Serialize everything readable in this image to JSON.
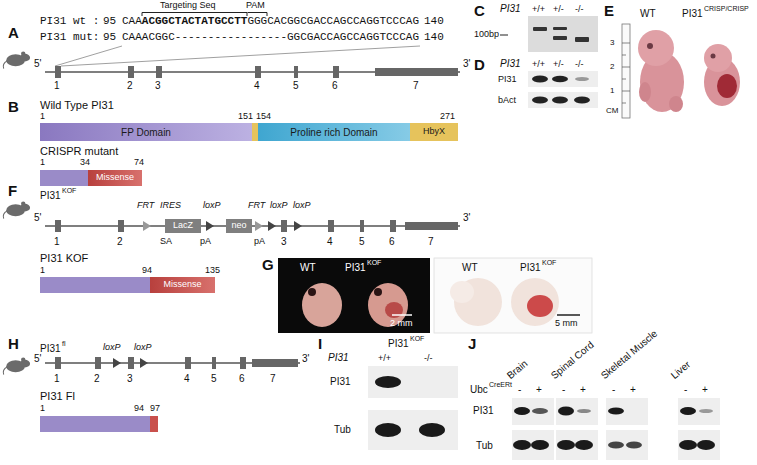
{
  "diagram": {
    "nodes": [
      {
        "text": [
          "FP Domain"
        ]
      },
      {
        "text": [
          "Proline rich Domain"
        ]
      },
      {
        "text": [
          "HbyX"
        ]
      },
      {
        "text": [
          "Missense"
        ]
      },
      {
        "text": [
          "LacZ"
        ]
      },
      {
        "text": [
          "neo"
        ]
      },
      {
        "text": [
          "Missense"
        ]
      }
    ],
    "labels": [
      "A",
      "Targeting Seq",
      "PAM",
      "PI31 wt :",
      "95",
      "CAA",
      "ACGGCTACTATGCCTT",
      "GGGCACGGCGACCAGCCAGGTCCCAG",
      "140",
      "PI31 mut:",
      "95",
      "CAAACGGC",
      "-----------------",
      "GGCGACCAGCCAGGTCCCAG",
      "140",
      "5'",
      "1",
      "2",
      "3",
      "4",
      "5",
      "6",
      "7",
      "3'",
      "C",
      "PI31",
      "+/+",
      "+/-",
      "-/-",
      "100bp",
      "D",
      "PI31",
      "+/+",
      "+/-",
      "-/-",
      "PI31",
      "bAct",
      "E",
      "WT",
      "PI31",
      "CRISP/CRISP",
      "3",
      "2",
      "1",
      "CM",
      "B",
      "Wild Type PI31",
      "1",
      "151",
      "154",
      "271",
      "CRISPR mutant",
      "1",
      "34",
      "74",
      "F",
      "PI31",
      "KOF",
      "5'",
      "FRT",
      "IRES",
      "loxP",
      "FRT",
      "loxP",
      "loxP",
      "SA",
      "pA",
      "pA",
      "1",
      "2",
      "3",
      "4",
      "5",
      "6",
      "7",
      "3'",
      "PI31 KOF",
      "1",
      "94",
      "135",
      "G",
      "WT",
      "PI31",
      "KOF",
      "2 mm",
      "WT",
      "PI31",
      "KOF",
      "5 mm",
      "H",
      "PI31",
      "fl",
      "5'",
      "loxP",
      "loxP",
      "1",
      "2",
      "3",
      "4",
      "5",
      "6",
      "7",
      "3'",
      "PI31 Fl",
      "1",
      "94",
      "97",
      "I",
      "PI31",
      "KOF",
      "PI31",
      "+/+",
      "-/-",
      "PI31",
      "Tub",
      "J",
      "Brain",
      "Spinal Cord",
      "Skeletal Muscle",
      "Liver",
      "Ubc",
      "CreERt",
      "-",
      "+",
      "-",
      "+",
      "-",
      "+",
      "-",
      "+",
      "PI31",
      "Tub"
    ]
  }
}
